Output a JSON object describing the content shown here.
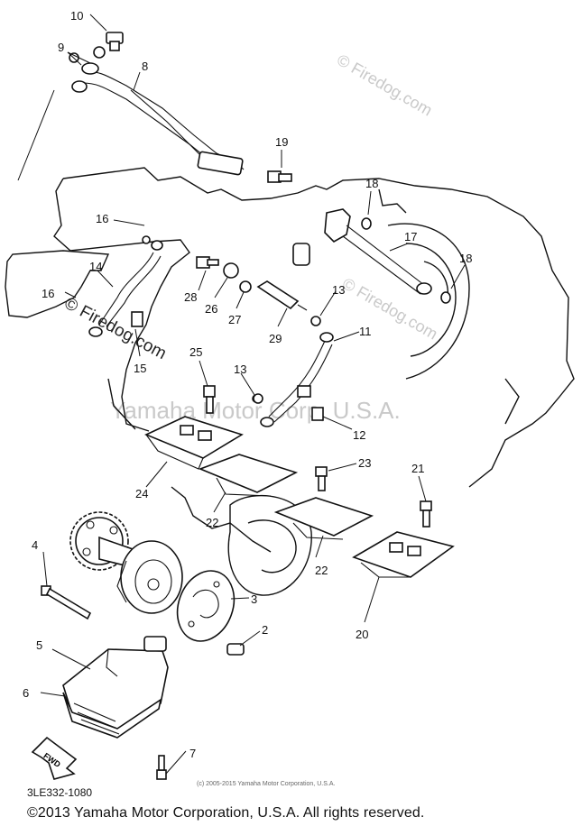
{
  "callouts": [
    {
      "id": "c2",
      "label": "2"
    },
    {
      "id": "c3",
      "label": "3"
    },
    {
      "id": "c4",
      "label": "4"
    },
    {
      "id": "c5",
      "label": "5"
    },
    {
      "id": "c6",
      "label": "6"
    },
    {
      "id": "c7",
      "label": "7"
    },
    {
      "id": "c8",
      "label": "8"
    },
    {
      "id": "c9",
      "label": "9"
    },
    {
      "id": "c10",
      "label": "10"
    },
    {
      "id": "c11",
      "label": "11"
    },
    {
      "id": "c12",
      "label": "12"
    },
    {
      "id": "c13a",
      "label": "13"
    },
    {
      "id": "c13b",
      "label": "13"
    },
    {
      "id": "c14",
      "label": "14"
    },
    {
      "id": "c15",
      "label": "15"
    },
    {
      "id": "c16a",
      "label": "16"
    },
    {
      "id": "c16b",
      "label": "16"
    },
    {
      "id": "c17",
      "label": "17"
    },
    {
      "id": "c18a",
      "label": "18"
    },
    {
      "id": "c18b",
      "label": "18"
    },
    {
      "id": "c19",
      "label": "19"
    },
    {
      "id": "c20",
      "label": "20"
    },
    {
      "id": "c21",
      "label": "21"
    },
    {
      "id": "c22a",
      "label": "22"
    },
    {
      "id": "c22b",
      "label": "22"
    },
    {
      "id": "c23",
      "label": "23"
    },
    {
      "id": "c24",
      "label": "24"
    },
    {
      "id": "c25",
      "label": "25"
    },
    {
      "id": "c26",
      "label": "26"
    },
    {
      "id": "c27",
      "label": "27"
    },
    {
      "id": "c28",
      "label": "28"
    },
    {
      "id": "c29",
      "label": "29"
    }
  ],
  "fwd_label": "FWD",
  "watermarks": {
    "firedog_top": "© Firedog.com",
    "firedog_left": "© Firedog.com",
    "firedog_right": "© Firedog.com",
    "yamaha": "Yamaha Motor Corp, U.S.A."
  },
  "ref_code": "3LE332-1080",
  "small_copyright": "(c) 2005-2015 Yamaha Motor Corporation, U.S.A.",
  "copyright": "©2013 Yamaha Motor Corporation, U.S.A. All rights reserved."
}
